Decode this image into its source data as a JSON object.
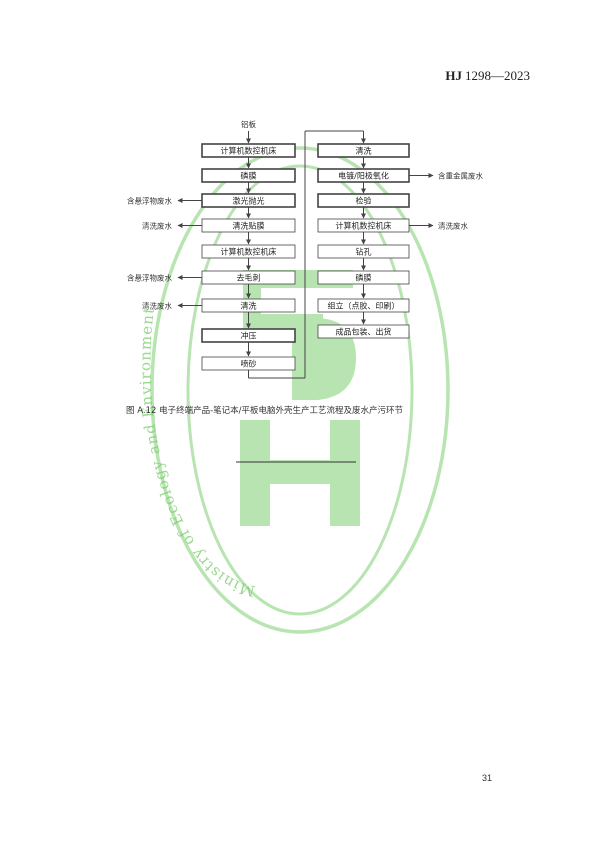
{
  "header": {
    "code": "HJ",
    "number": "1298—2023"
  },
  "watermark": {
    "text": "Ministry of Ecology and Environment"
  },
  "flowchart": {
    "start_label": "铝板",
    "left_steps": [
      "计算机数控机床",
      "磷膜",
      "激光抛光",
      "清洗贴膜",
      "计算机数控机床",
      "去毛刺",
      "清洗",
      "冲压",
      "喷砂"
    ],
    "right_steps": [
      "清洗",
      "电镀/阳极氧化",
      "检验",
      "计算机数控机床",
      "钻孔",
      "磷膜",
      "组立（点胶、印刷）",
      "成品包装、出货"
    ],
    "left_outputs": [
      {
        "step": 2,
        "label": "含悬浮物废水"
      },
      {
        "step": 3,
        "label": "清洗废水"
      },
      {
        "step": 5,
        "label": "含悬浮物废水"
      },
      {
        "step": 6,
        "label": "清洗废水"
      }
    ],
    "right_outputs": [
      {
        "step": 1,
        "label": "含重金属废水"
      },
      {
        "step": 3,
        "label": "清洗废水"
      }
    ]
  },
  "figure": {
    "caption": "图 A.12    电子终端产品-笔记本/平板电脑外壳生产工艺流程及废水产污环节"
  },
  "footer": {
    "page_number": "31"
  }
}
